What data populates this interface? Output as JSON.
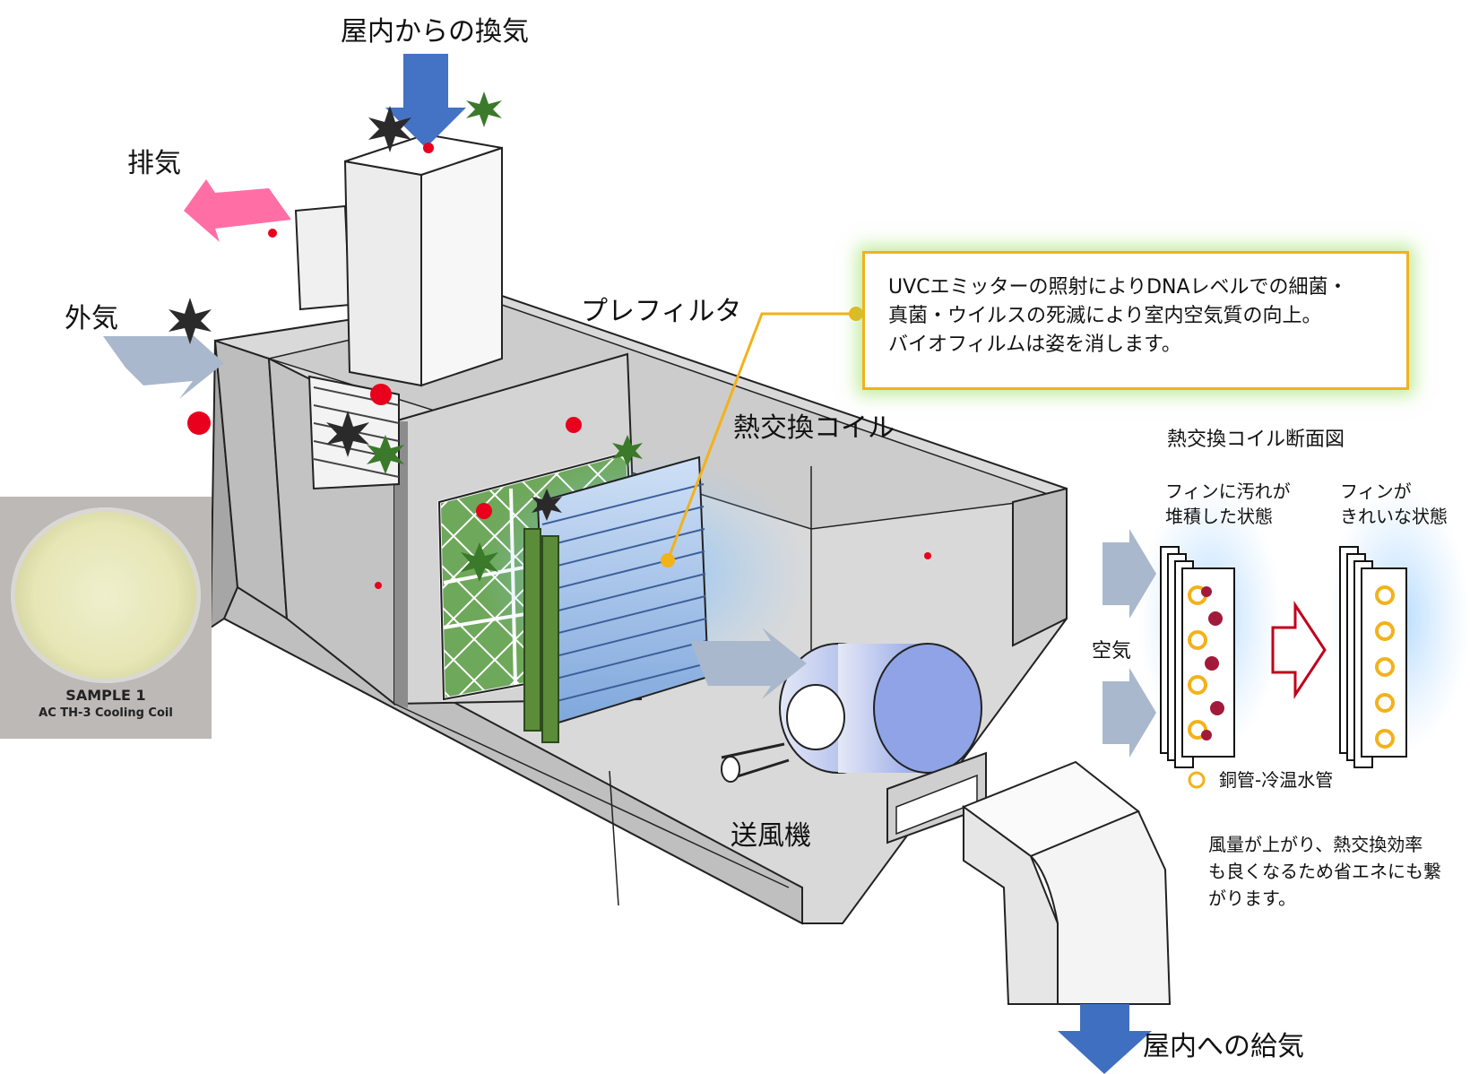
{
  "labels": {
    "indoor_return": "屋内からの換気",
    "exhaust": "排気",
    "outside_air": "外気",
    "prefilter": "プレフィルタ",
    "heat_exchange_coil": "熱交換コイル",
    "blower": "送風機",
    "indoor_supply": "屋内への給気",
    "cross_section_title": "熱交換コイル断面図",
    "fin_dirty_line1": "フィンに汚れが",
    "fin_dirty_line2": "堆積した状態",
    "fin_clean_line1": "フィンが",
    "fin_clean_line2": "きれいな状態",
    "air": "空気",
    "copper_pipe": "銅管-冷温水管",
    "efficiency_line1": "風量が上がり、熱交換効率",
    "efficiency_line2": "も良くなるため省エネにも繋",
    "efficiency_line3": "がります。"
  },
  "callout": {
    "line1": "UVCエミッターの照射によりDNAレベルでの細菌・",
    "line2": "真菌・ウイルスの死滅により室内空気質の向上。",
    "line3": "バイオフィルムは姿を消します。"
  },
  "sample": {
    "line1": "SAMPLE 1",
    "line2": "AC TH-3 Cooling Coil"
  },
  "colors": {
    "return_arrow": "#4472c4",
    "exhaust_arrow": "#ff6fa6",
    "outside_arrow": "#a9b8cc",
    "supply_arrow": "#3f6fc0",
    "filter_green": "#6ea85a",
    "uv_blue": "#9fd0ff",
    "callout_border": "#f2b21a"
  }
}
